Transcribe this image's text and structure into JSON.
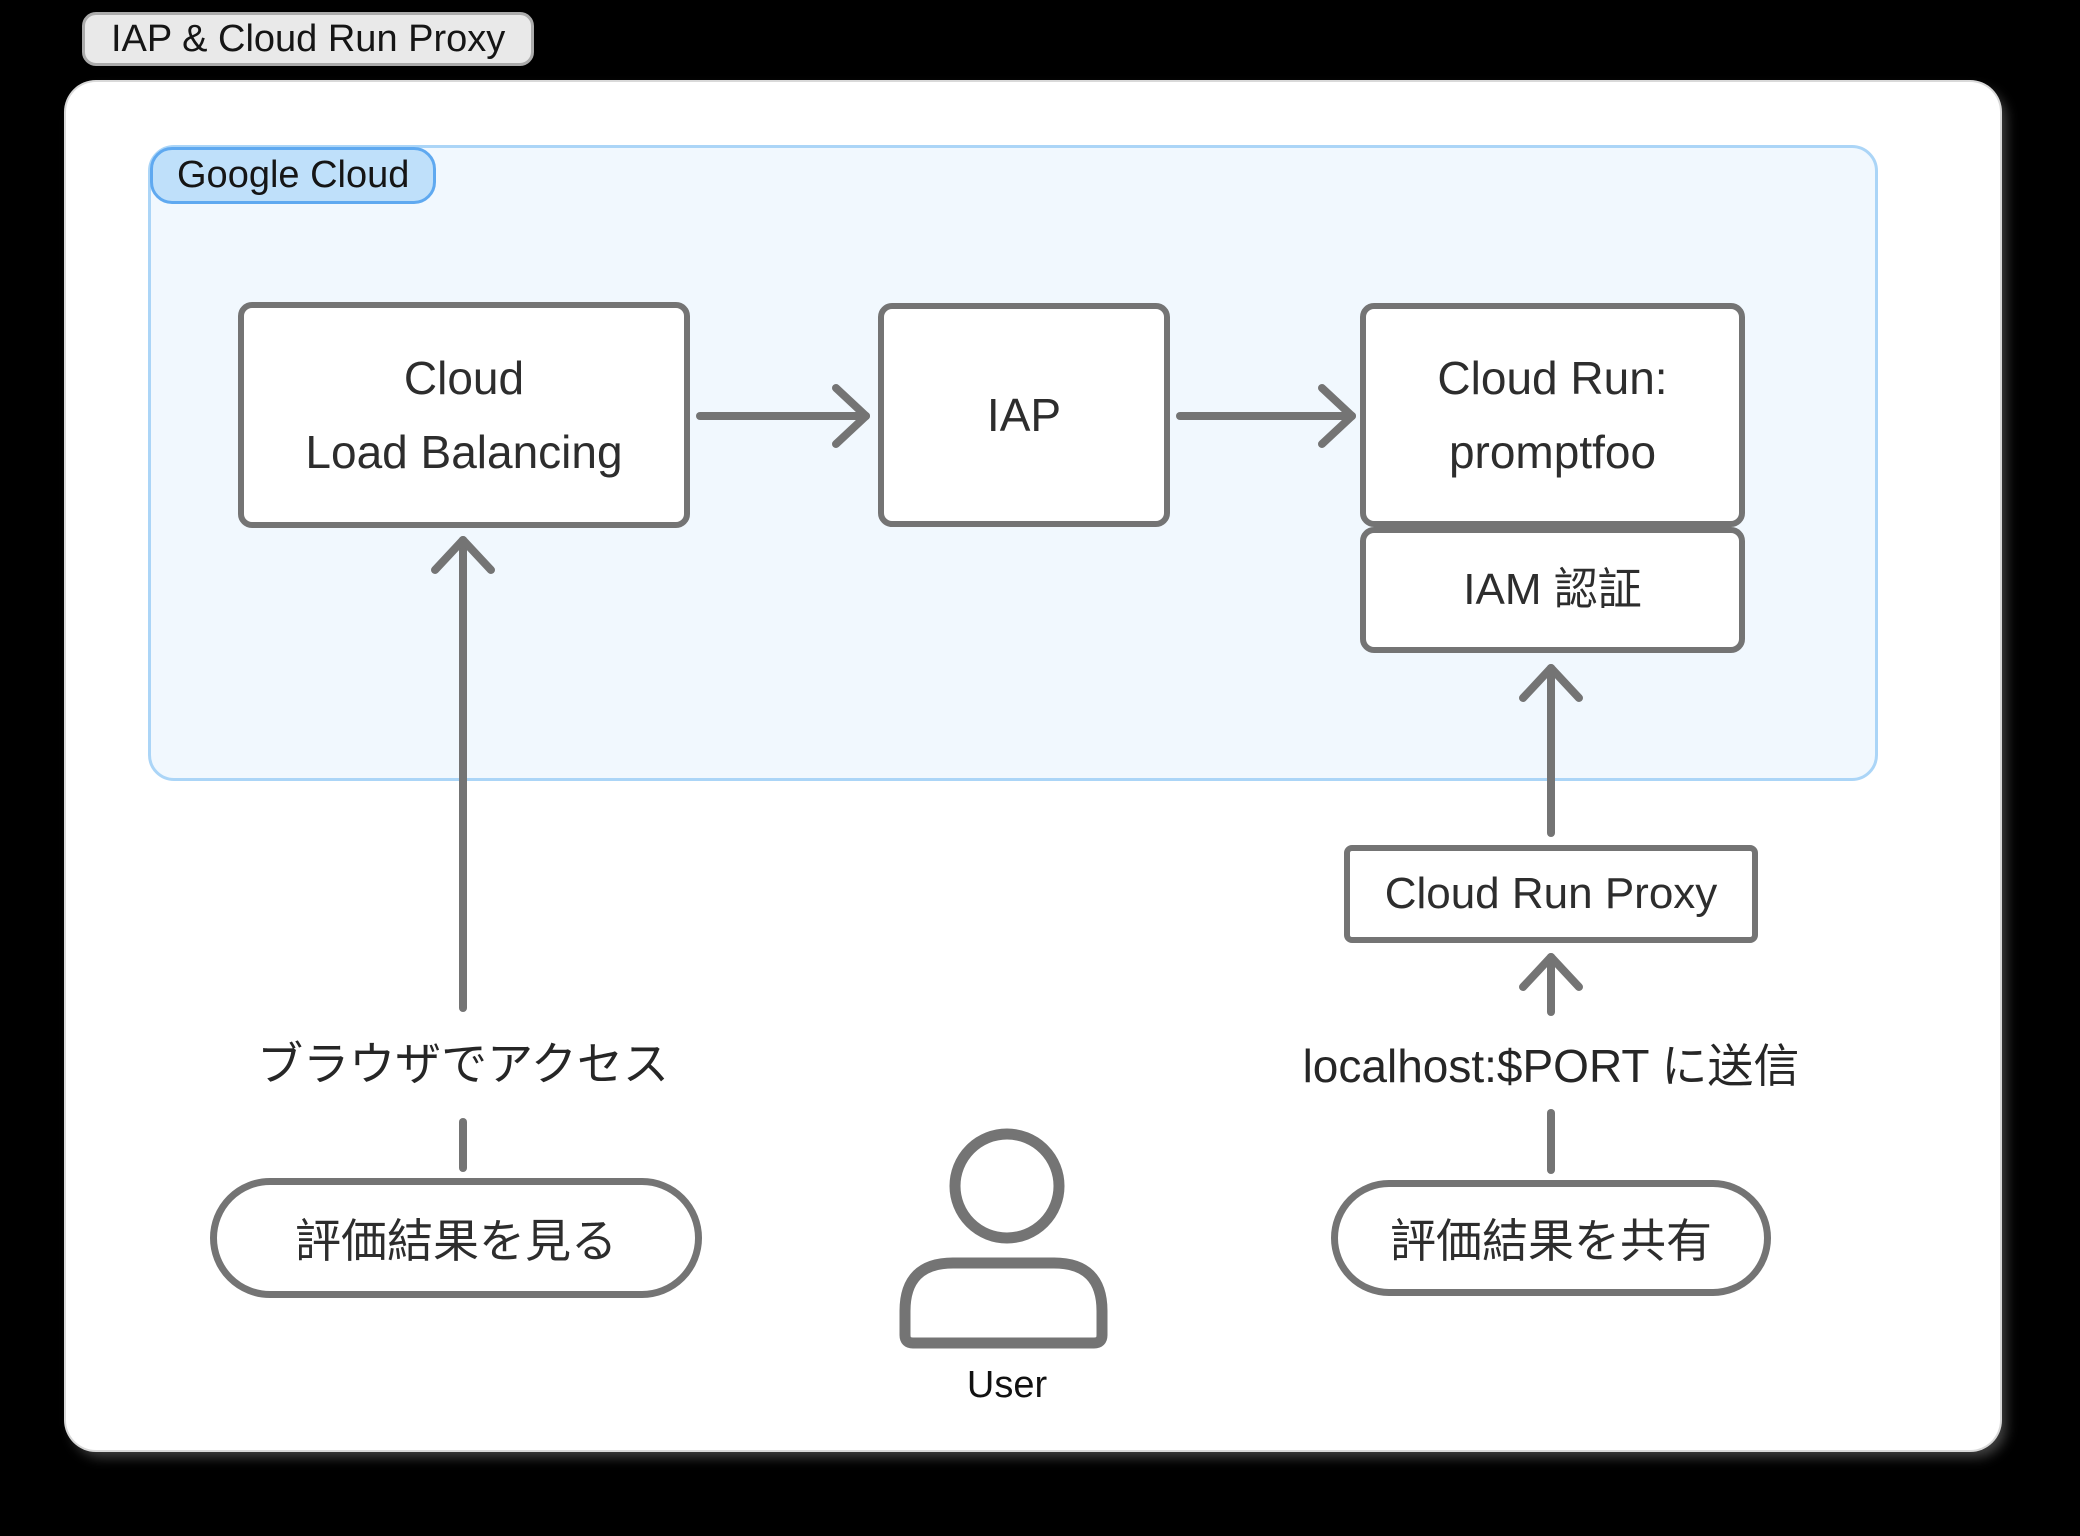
{
  "title_badge": "IAP & Cloud Run Proxy",
  "google_cloud": {
    "badge": "Google Cloud",
    "cloud_load_balancing": {
      "line1": "Cloud",
      "line2": "Load Balancing"
    },
    "iap": "IAP",
    "cloud_run": {
      "line1": "Cloud Run:",
      "line2": "promptfoo"
    },
    "iam_auth": "IAM 認証"
  },
  "local": {
    "cloud_run_proxy": "Cloud Run Proxy",
    "view_results": "評価結果を見る",
    "share_results": "評価結果を共有",
    "user_label": "User"
  },
  "edge_labels": {
    "browser_access": "ブラウザでアクセス",
    "localhost_send": "localhost:$PORT に送信"
  },
  "colors": {
    "background": "#000000",
    "canvas": "#ffffff",
    "google_cloud_fill": "#f1f8fe",
    "google_cloud_border": "#abd5f7",
    "google_cloud_badge_fill": "#bfe0fa",
    "google_cloud_badge_border": "#5fa9f0",
    "title_badge_fill": "#e9e9e9",
    "title_badge_border": "#ababab",
    "stroke": "#747474",
    "text": "#2d2d2d"
  }
}
